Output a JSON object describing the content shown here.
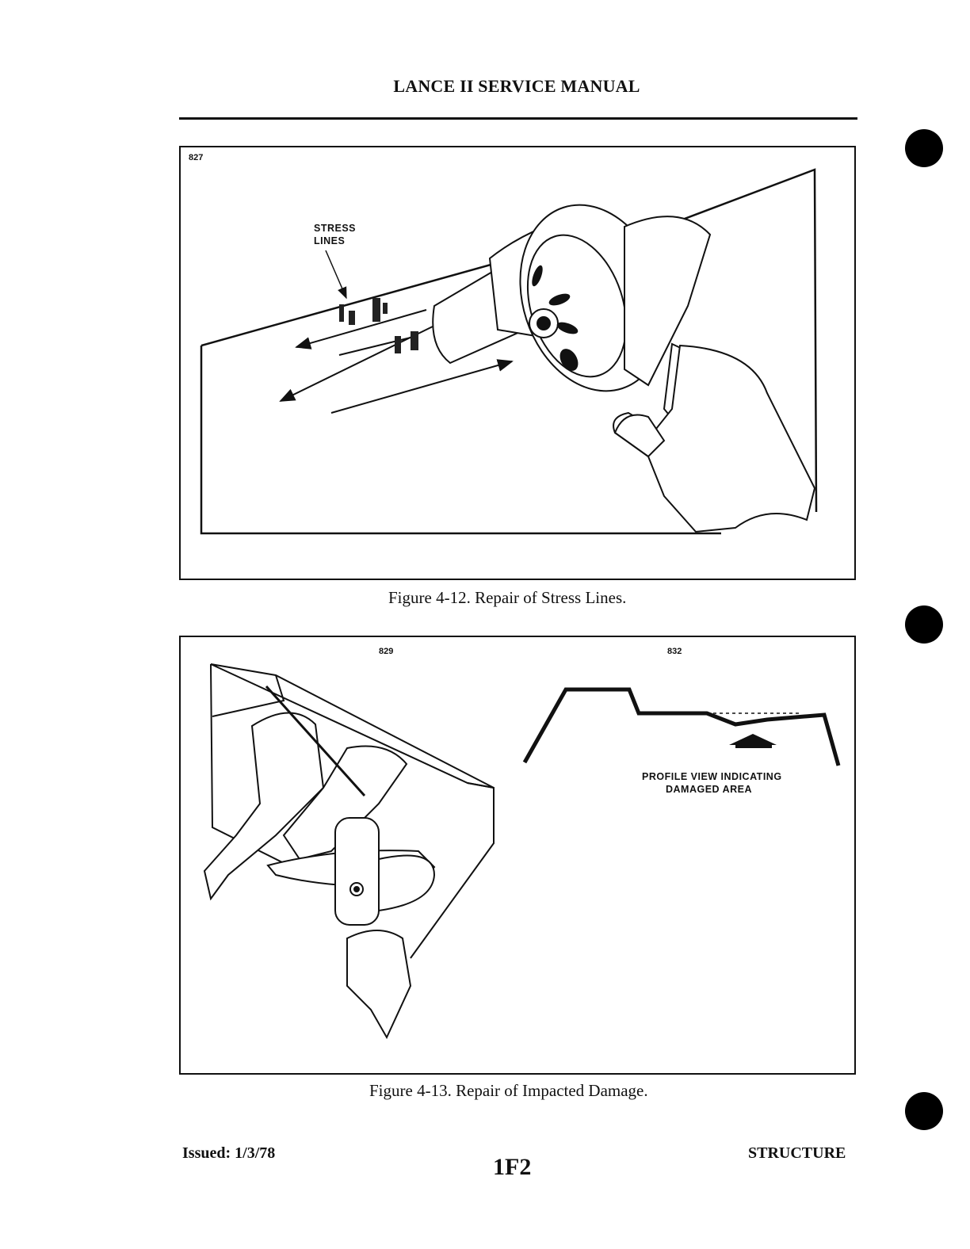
{
  "header": {
    "title": "LANCE II SERVICE MANUAL"
  },
  "figure_12": {
    "number": "827",
    "callout_line1": "STRESS",
    "callout_line2": "LINES",
    "caption": "Figure 4-12.  Repair of Stress Lines."
  },
  "figure_13": {
    "number_left": "829",
    "number_right": "832",
    "callout_line1": "PROFILE VIEW INDICATING",
    "callout_line2": "DAMAGED AREA",
    "caption": "Figure 4-13.  Repair of Impacted Damage."
  },
  "footer": {
    "issued": "Issued: 1/3/78",
    "page_code": "1F2",
    "section": "STRUCTURE"
  }
}
